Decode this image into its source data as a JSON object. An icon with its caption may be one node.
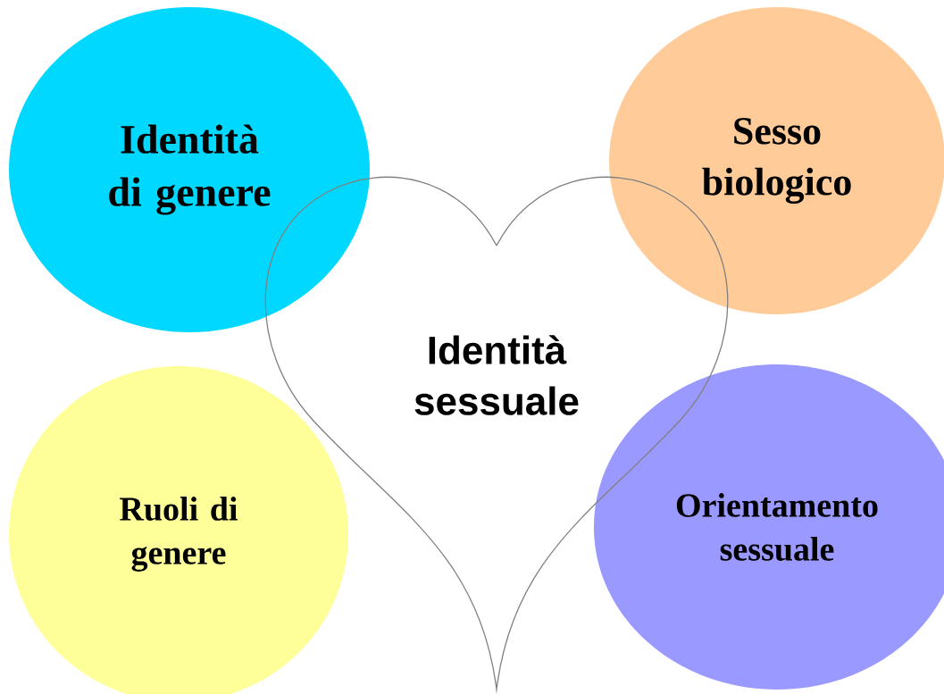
{
  "diagram": {
    "nodes": [
      {
        "text": [
          "Identità di genere"
        ]
      },
      {
        "text": [
          "Sesso biologico"
        ]
      },
      {
        "text": [
          "Identità sessuale"
        ]
      },
      {
        "text": [
          "Ruoli di genere"
        ]
      },
      {
        "text": [
          "Orientamento sessuale"
        ]
      }
    ]
  }
}
